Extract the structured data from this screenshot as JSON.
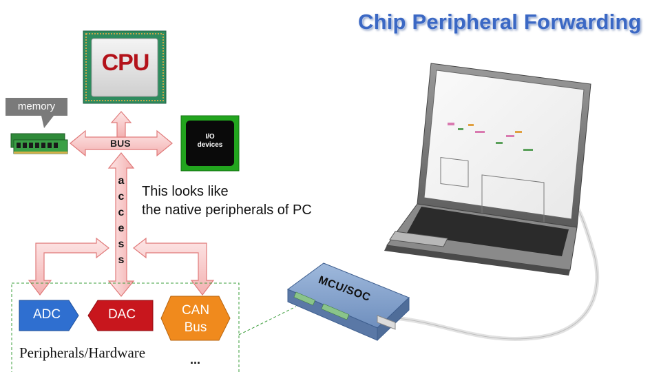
{
  "title": "Chip Peripheral Forwarding",
  "cpu": {
    "label": "CPU"
  },
  "memory": {
    "label": "memory"
  },
  "bus": {
    "label": "BUS"
  },
  "io": {
    "label_line1": "I/O",
    "label_line2": "devices"
  },
  "access": {
    "letters": [
      "a",
      "c",
      "c",
      "e",
      "s",
      "s"
    ]
  },
  "note": {
    "line1": "This looks like",
    "line2": "the native peripherals of PC"
  },
  "peripherals": {
    "adc": "ADC",
    "dac": "DAC",
    "can_line1": "CAN",
    "can_line2": "Bus",
    "group_label": "Peripherals/Hardware",
    "more": "..."
  },
  "device": {
    "label": "MCU/SOC"
  },
  "colors": {
    "title": "#3b68c4",
    "arrow_fill": "#f6c6c6",
    "arrow_stroke": "#e07a7a",
    "adc": "#2f6fd0",
    "dac": "#c8161d",
    "can": "#f08a1d",
    "io_green": "#22a51e",
    "dashed_green": "#3a9d3a"
  }
}
